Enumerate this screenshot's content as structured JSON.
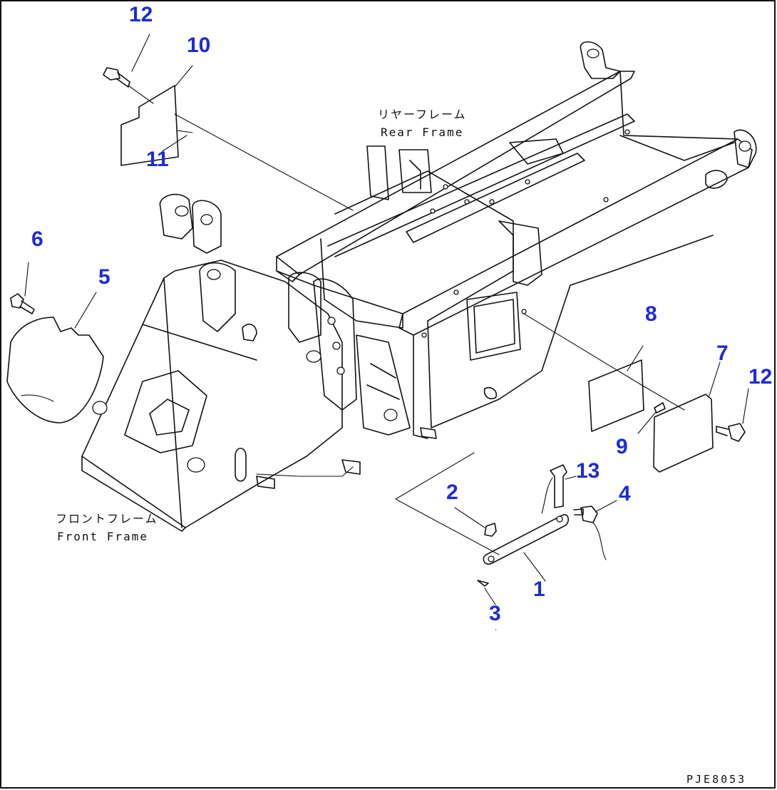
{
  "frames": {
    "rear": {
      "label_jp": "リヤーフレーム",
      "label_en": "Rear Frame"
    },
    "front": {
      "label_jp": "フロントフレーム",
      "label_en": "Front Frame"
    }
  },
  "callouts": [
    {
      "id": "12-top",
      "text": "12"
    },
    {
      "id": "10",
      "text": "10"
    },
    {
      "id": "11",
      "text": "11"
    },
    {
      "id": "6",
      "text": "6"
    },
    {
      "id": "5",
      "text": "5"
    },
    {
      "id": "8",
      "text": "8"
    },
    {
      "id": "7",
      "text": "7"
    },
    {
      "id": "12-right",
      "text": "12"
    },
    {
      "id": "9",
      "text": "9"
    },
    {
      "id": "13",
      "text": "13"
    },
    {
      "id": "2",
      "text": "2"
    },
    {
      "id": "4",
      "text": "4"
    },
    {
      "id": "1",
      "text": "1"
    },
    {
      "id": "3",
      "text": "3"
    }
  ],
  "drawing_id": "PJE8053",
  "colors": {
    "callout": "#1f2bd6",
    "line": "#111111",
    "background": "#ffffff"
  }
}
